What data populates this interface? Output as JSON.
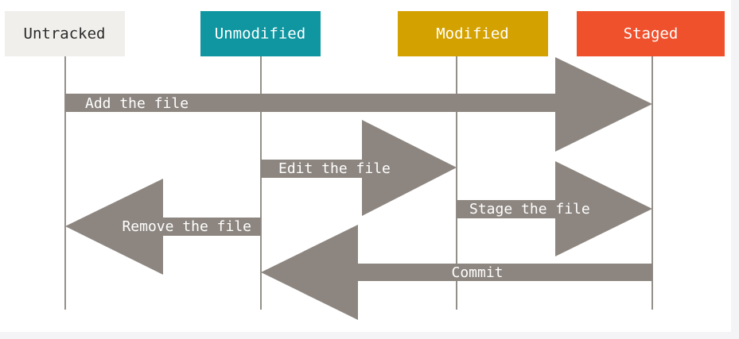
{
  "diagram": {
    "states": [
      {
        "id": "untracked",
        "label": "Untracked",
        "fill": "#f0efec",
        "text_color": "#2b2b2b"
      },
      {
        "id": "unmodified",
        "label": "Unmodified",
        "fill": "#0f96a1",
        "text_color": "#ffffff"
      },
      {
        "id": "modified",
        "label": "Modified",
        "fill": "#d4a200",
        "text_color": "#ffffff"
      },
      {
        "id": "staged",
        "label": "Staged",
        "fill": "#f0512d",
        "text_color": "#ffffff"
      }
    ],
    "transitions": [
      {
        "id": "add-the-file",
        "from": "untracked",
        "to": "staged",
        "label": "Add the file"
      },
      {
        "id": "edit-the-file",
        "from": "unmodified",
        "to": "modified",
        "label": "Edit the file"
      },
      {
        "id": "stage-the-file",
        "from": "modified",
        "to": "staged",
        "label": "Stage the file"
      },
      {
        "id": "remove-the-file",
        "from": "unmodified",
        "to": "untracked",
        "label": "Remove the file"
      },
      {
        "id": "commit",
        "from": "staged",
        "to": "unmodified",
        "label": "Commit"
      }
    ],
    "colors": {
      "background": "#ffffff",
      "page": "#f4f4f6",
      "lifeline": "#948f89",
      "arrow": "#8d8680",
      "arrow_text": "#ffffff"
    }
  }
}
